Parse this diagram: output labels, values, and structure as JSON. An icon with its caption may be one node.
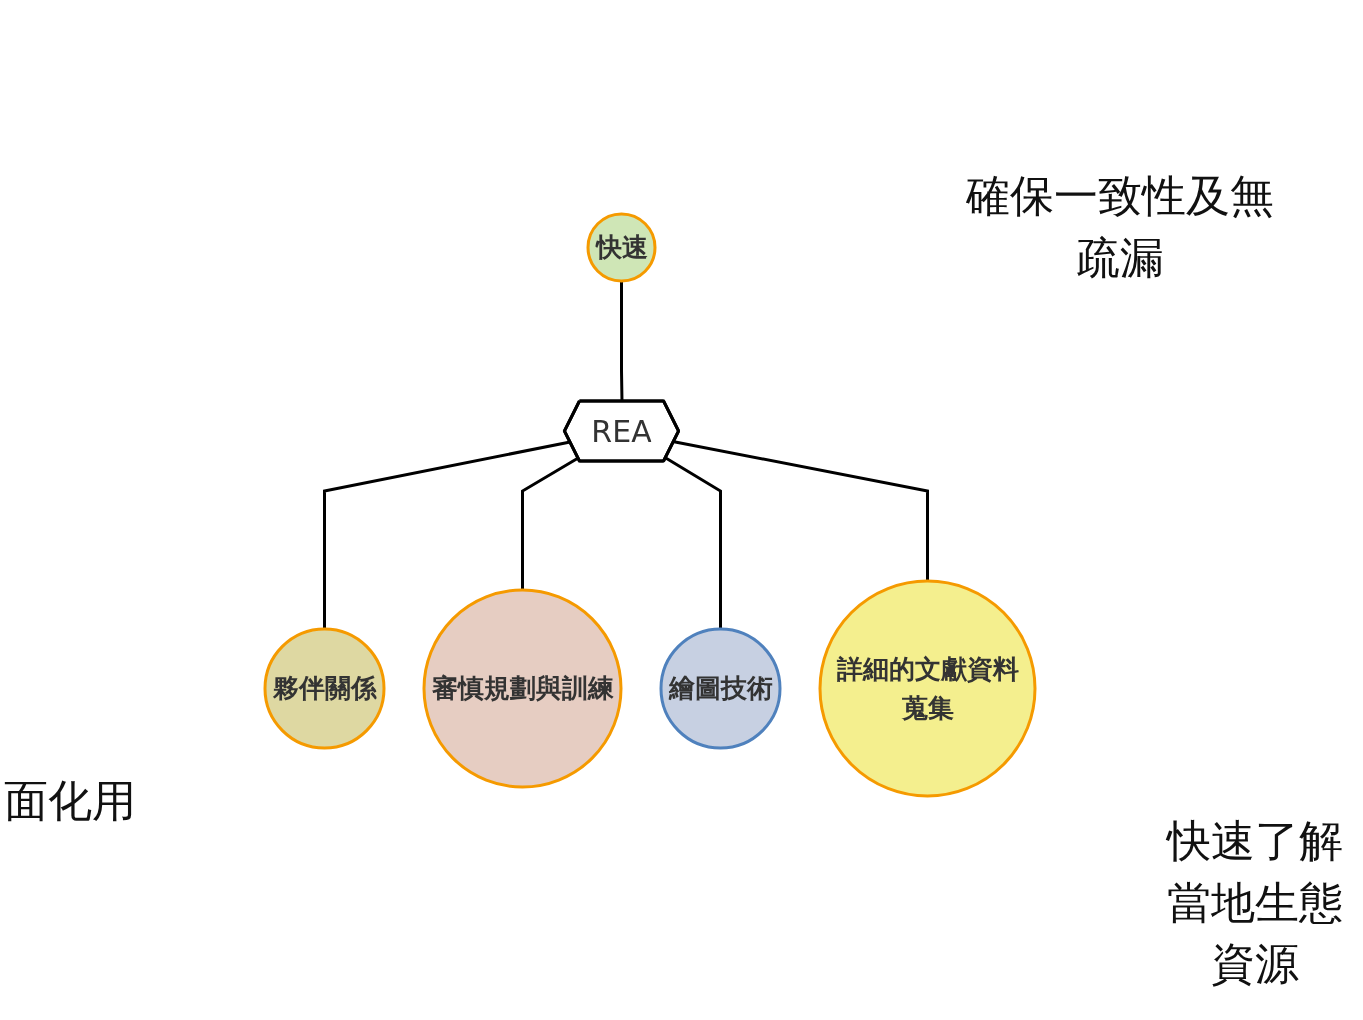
{
  "diagram": {
    "nodes": [
      {
        "text": [
          "快速"
        ]
      },
      {
        "text": [
          "夥伴關係"
        ]
      },
      {
        "text": [
          "審慎規劃與訓練"
        ]
      },
      {
        "text": [
          "REA"
        ]
      },
      {
        "text": [
          "繪圖技術"
        ]
      },
      {
        "text": [
          "詳細的文獻資料蒐集"
        ]
      }
    ],
    "edges": [
      {
        "from": 0,
        "to": 3,
        "arrow": "none"
      },
      {
        "from": 3,
        "to": 1,
        "arrow": "none"
      },
      {
        "from": 3,
        "to": 2,
        "arrow": "none"
      },
      {
        "from": 3,
        "to": 4,
        "arrow": "none"
      },
      {
        "from": 3,
        "to": 5,
        "arrow": "none"
      }
    ],
    "labels": [
      "確保一致性及無疏漏",
      "面化用",
      "快速了解當地生態資源"
    ]
  }
}
